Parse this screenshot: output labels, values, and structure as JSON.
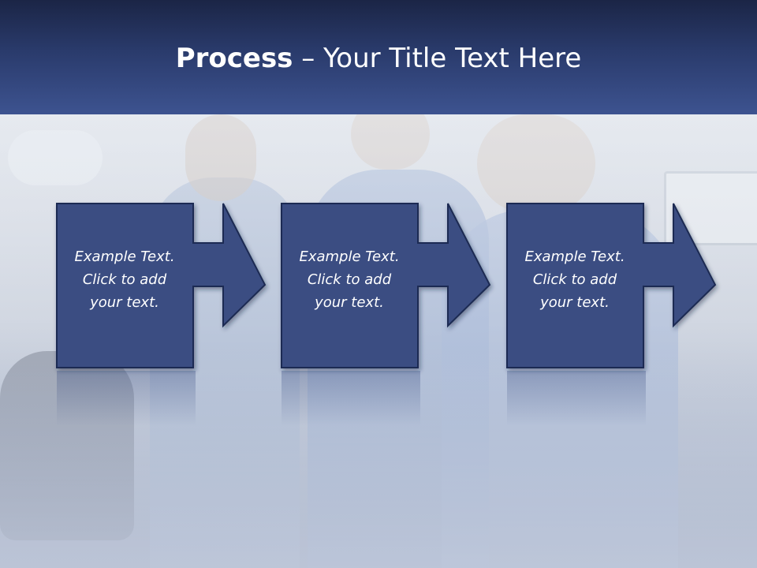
{
  "title": {
    "bold": "Process",
    "rest": " – Your Title Text Here"
  },
  "steps": [
    {
      "line1": "Example Text.",
      "line2": "Click  to add",
      "line3": "your text."
    },
    {
      "line1": "Example Text.",
      "line2": "Click  to add",
      "line3": "your text."
    },
    {
      "line1": "Example Text.",
      "line2": "Click  to add",
      "line3": "your text."
    }
  ],
  "colors": {
    "header_dark": "#1b2546",
    "header_light": "#3d5390",
    "box_fill": "#3a4e82",
    "box_border": "#1f2c52"
  },
  "icons": [
    "right-arrow-icon"
  ]
}
